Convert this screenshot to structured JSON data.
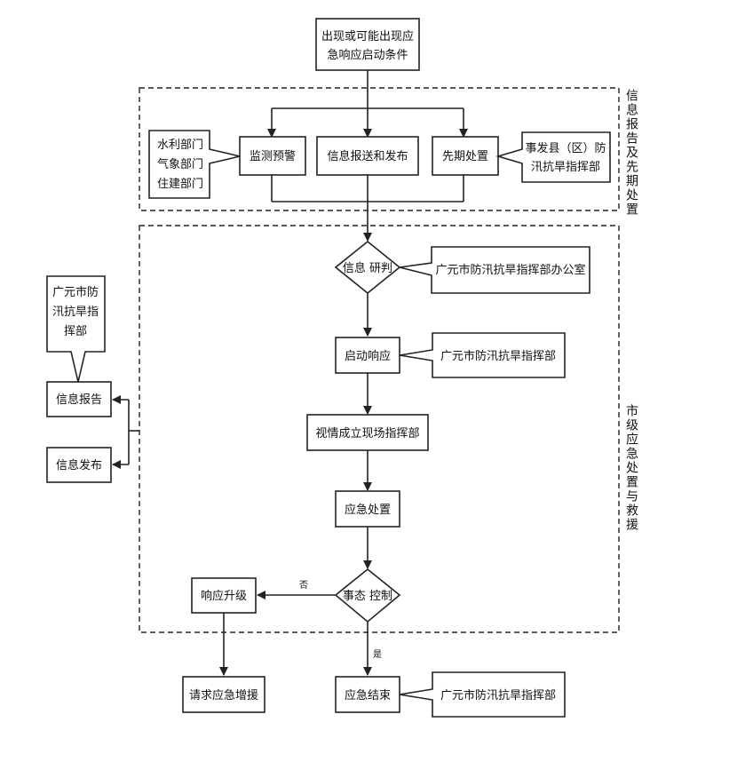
{
  "nodes": {
    "start": [
      "出现或可能出现应",
      "急响应启动条件"
    ],
    "monitor": "监测预警",
    "info_report_publish": "信息报送和发布",
    "initial": "先期处置",
    "depts_left": [
      "水利部门",
      "气象部门",
      "住建部门"
    ],
    "county": [
      "事发县（区）防",
      "汛抗旱指挥部"
    ],
    "judge": "信息 研判",
    "judge_note": "广元市防汛抗旱指挥部办公室",
    "launch": "启动响应",
    "launch_note": "广元市防汛抗旱指挥部",
    "site_cmd": "视情成立现场指挥部",
    "handle": "应急处置",
    "control": "事态 控制",
    "upgrade": "响应升级",
    "request": "请求应急增援",
    "end": "应急结束",
    "end_note": "广元市防汛抗旱指挥部",
    "city_hq": [
      "广元市防",
      "汛抗旱指",
      "挥部"
    ],
    "info_report": "信息报告",
    "info_publish": "信息发布"
  },
  "edge_labels": {
    "no": "否",
    "yes": "是"
  },
  "section_labels": {
    "top": "信息报告及先期处置",
    "bottom": "市级应急处置与救援"
  }
}
